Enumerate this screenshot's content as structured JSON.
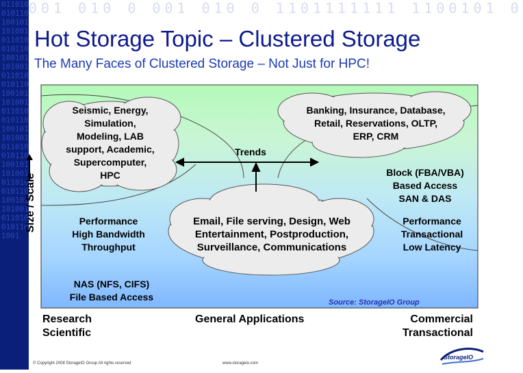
{
  "header": {
    "title": "Hot Storage Topic – Clustered Storage",
    "subtitle": "The Many Faces of Clustered Storage – Not Just for HPC!"
  },
  "decor": {
    "top_bits": "001 010 0 001 010 0 1101111111 1100101 0",
    "side_bits": "0110100101101001011010010110100101101001011010010110100101101001011010010110100101101001011010010110100101101001011010010110100101101001011010010110100101101001"
  },
  "diagram": {
    "y_axis_label": "Size / Scale",
    "clouds": {
      "hpc": [
        "Seismic, Energy,",
        "Simulation,",
        "Modeling, LAB",
        "support, Academic,",
        "Supercomputer,",
        "HPC"
      ],
      "commercial": [
        "Banking, Insurance, Database,",
        "Retail, Reservations, OLTP,",
        "ERP, CRM"
      ],
      "general": [
        "Email, File serving, Design, Web",
        "Entertainment, Postproduction,",
        "Surveillance, Communications"
      ]
    },
    "labels": {
      "trends": "Trends",
      "block_access": [
        "Block (FBA/VBA)",
        "Based Access",
        "SAN & DAS"
      ],
      "perf_bandwidth": [
        "Performance",
        "High Bandwidth",
        "Throughput"
      ],
      "perf_transactional": [
        "Performance",
        "Transactional",
        "Low Latency"
      ],
      "nas": [
        "NAS (NFS, CIFS)",
        "File Based Access"
      ],
      "source": "Source: StorageIO Group"
    },
    "bottom": {
      "left": [
        "Research",
        "Scientific"
      ],
      "center": "General Applications",
      "right": [
        "Commercial",
        "Transactional"
      ]
    }
  },
  "footer": {
    "copyright": "© Copyright 2008 StorageIO Group All rights reserved",
    "website": "www.storageio.com",
    "logo_text": "StorageIO"
  },
  "colors": {
    "title": "#0d1a8c",
    "subtitle": "#1a3bb3",
    "strip": "#0a1f7a",
    "cloud": "#ececec"
  }
}
